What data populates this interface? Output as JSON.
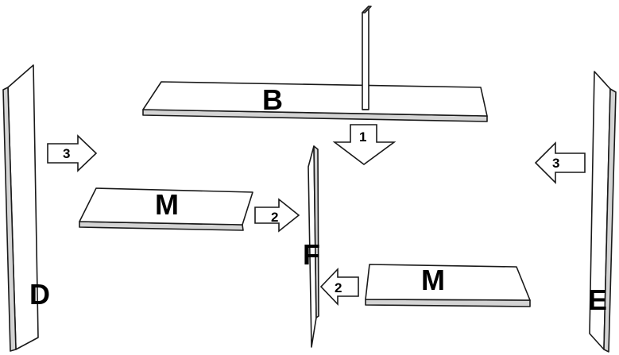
{
  "diagram": {
    "parts": {
      "B": "B",
      "F": "F",
      "D": "D",
      "E": "E",
      "M_left": "M",
      "M_right": "M"
    },
    "steps": {
      "down": "1",
      "left_shelf": "2",
      "right_shelf": "2",
      "left_side": "3",
      "right_side": "3"
    }
  }
}
